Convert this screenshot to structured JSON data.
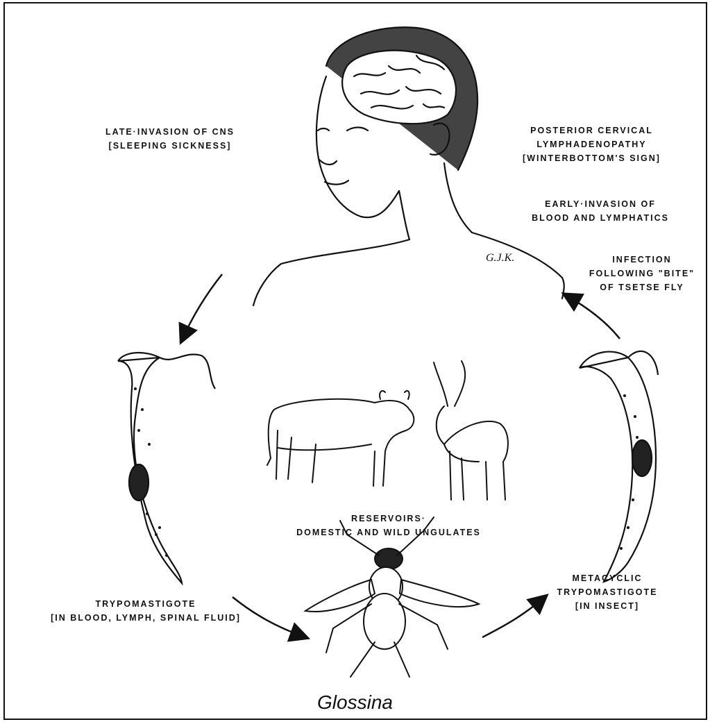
{
  "labels": {
    "late_invasion": [
      "LATE·INVASION OF CNS",
      "[SLEEPING SICKNESS]"
    ],
    "posterior_cervical": [
      "POSTERIOR CERVICAL",
      "LYMPHADENOPATHY",
      "[WINTERBOTTOM'S SIGN]"
    ],
    "early_invasion": [
      "EARLY·INVASION OF",
      "BLOOD AND LYMPHATICS"
    ],
    "infection": [
      "INFECTION",
      "FOLLOWING \"BITE\"",
      "OF TSETSE FLY"
    ],
    "reservoirs": [
      "RESERVOIRS·",
      "DOMESTIC AND WILD UNGULATES"
    ],
    "trypomastigote": [
      "TRYPOMASTIGOTE",
      "[IN BLOOD, LYMPH, SPINAL FLUID]"
    ],
    "metacyclic": [
      "METACYCLIC",
      "TRYPOMASTIGOTE",
      "[IN INSECT]"
    ],
    "genus": "Glossina"
  },
  "artist_signature": "G.J.K."
}
